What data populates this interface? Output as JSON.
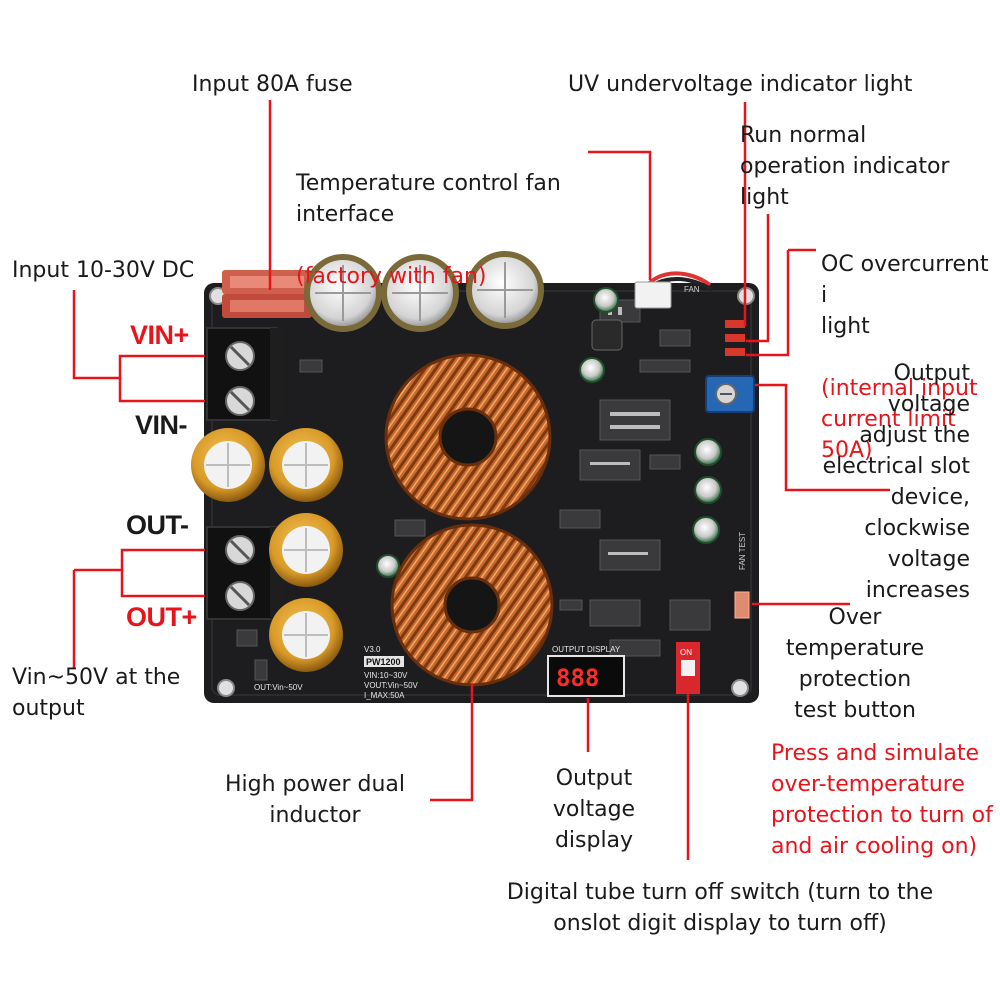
{
  "board": {
    "terminals": {
      "vin_plus": "VIN+",
      "vin_minus": "VIN-",
      "out_minus": "OUT-",
      "out_plus": "OUT+"
    },
    "silk": {
      "fan": "FAN",
      "fan_test": "FAN TEST",
      "output_display": "OUTPUT DISPLAY",
      "version": "V3.0",
      "model": "PW1200",
      "spec_vin": "VIN:10~30V",
      "spec_vout": "VOUT:Vin~50V",
      "spec_imax": "I_MAX:50A",
      "out_range": "OUT:Vin~50V",
      "display_digits": "888",
      "switch_on": "ON"
    },
    "colors": {
      "pcb": "#1c1c1e",
      "copper": "#c5682a",
      "capacitor_gold": "#e3a62f",
      "capacitor_silver": "#d9d9d9",
      "leader": "#e8141b",
      "led_red": "#ff2a2a"
    }
  },
  "labels": {
    "fuse": "Input 80A fuse",
    "input_range": "Input 10-30V DC",
    "fan_interface": "Temperature control fan\ninterface",
    "fan_interface_note": "(factory with fan)",
    "uv_light": "UV undervoltage indicator light",
    "run_light": "Run normal\noperation indicator\nlight",
    "oc_light": "OC overcurrent i\nlight",
    "oc_light_note": "(internal input\ncurrent limit\n50A)",
    "output_adjust": "Output\nvoltage\nadjust the\nelectrical slot\ndevice,\nclockwise\nvoltage\nincreases",
    "over_temp_button": "Over\ntemperature\nprotection\ntest button",
    "over_temp_note": "Press and simulate\nover-temperature\nprotection to turn of\nand air cooling on)",
    "output_range": "Vin~50V at the\noutput",
    "inductor": "High power dual\ninductor",
    "output_display": "Output\nvoltage\ndisplay",
    "display_switch": "Digital tube turn off switch (turn to the\nonslot digit display to turn off)"
  }
}
